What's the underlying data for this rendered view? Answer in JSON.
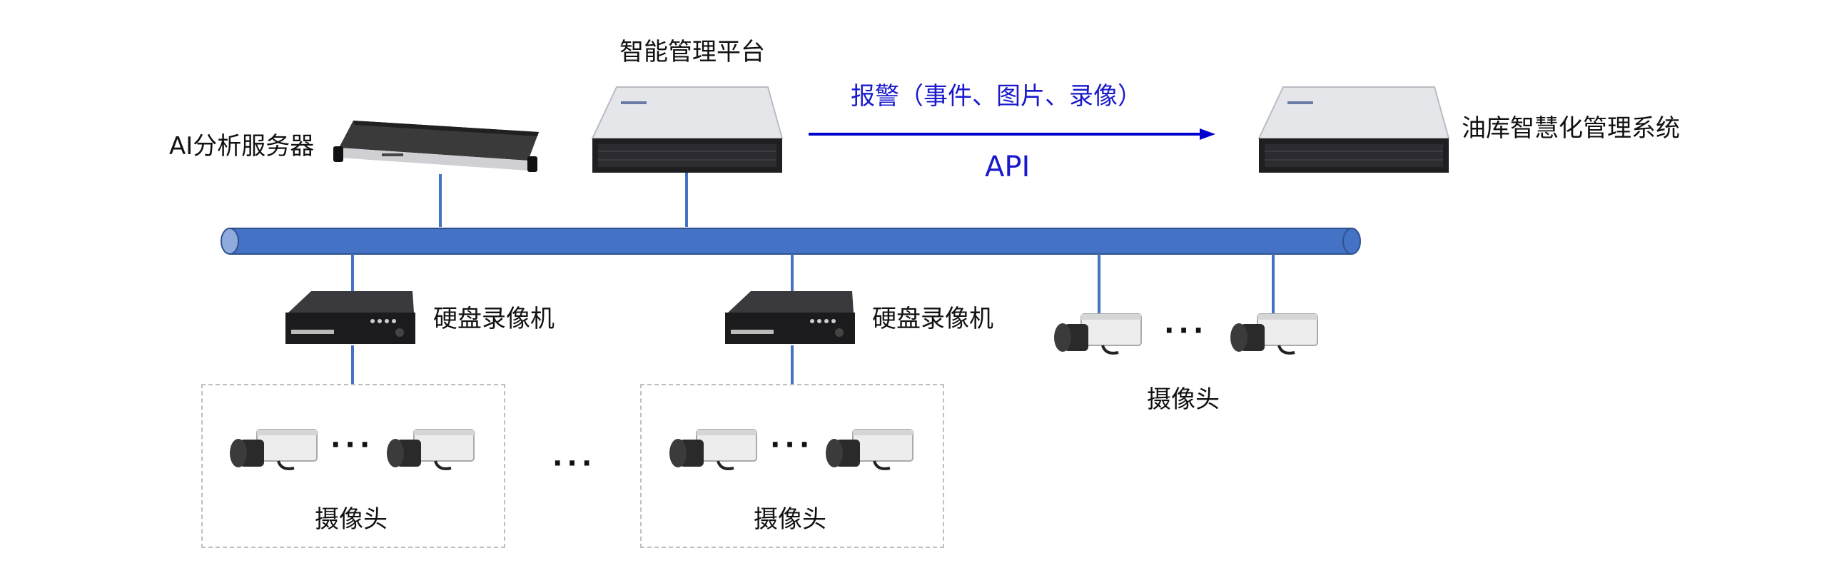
{
  "nodes": {
    "platform": "智能管理平台",
    "ai_server": "AI分析服务器",
    "oil_system": "油库智慧化管理系统",
    "nvr_left": "硬盘录像机",
    "nvr_mid": "硬盘录像机",
    "cameras_left": "摄像头",
    "cameras_mid": "摄像头",
    "cameras_right": "摄像头"
  },
  "edge": {
    "alarm": "报警（事件、图片、录像）",
    "api": "API"
  },
  "ellipsis": "···",
  "colors": {
    "bus": "#4472c4",
    "arrow": "#0000cc",
    "dashed_box": "#bfbfbf"
  }
}
